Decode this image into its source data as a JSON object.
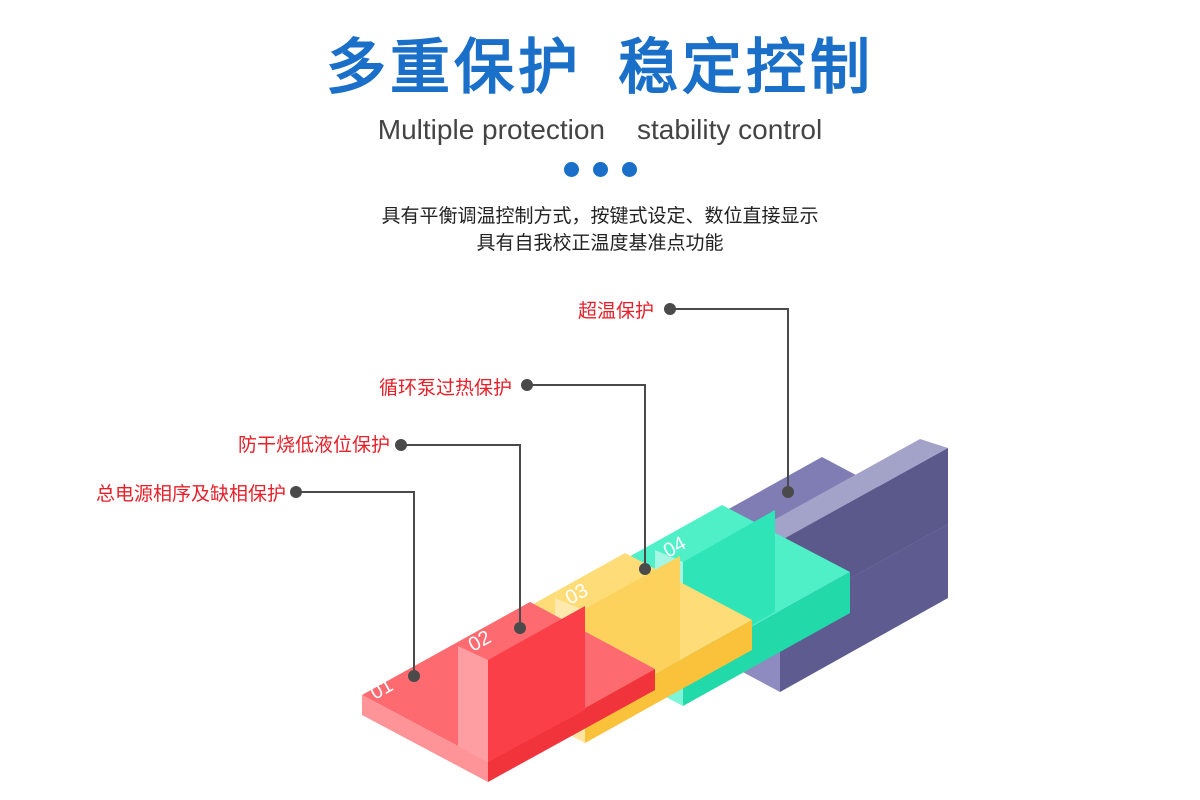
{
  "header": {
    "title_part1": "多重保护",
    "title_part2": "稳定控制",
    "subtitle_part1": "Multiple protection",
    "subtitle_part2": "stability control"
  },
  "description": {
    "line1": "具有平衡调温控制方式，按键式设定、数位直接显示",
    "line2": "具有自我校正温度基准点功能"
  },
  "steps": [
    {
      "number": "01",
      "label": "总电源相序及缺相保护",
      "color": "#fb4d55"
    },
    {
      "number": "02",
      "label": "防干烧低液位保护",
      "color": "#fdd25c"
    },
    {
      "number": "03",
      "label": "循环泵过热保护",
      "color": "#33ebc0"
    },
    {
      "number": "04",
      "label": "超温保护",
      "color": "#65639a"
    }
  ],
  "colors": {
    "title": "#1a6fc8",
    "label_text": "#e8202a",
    "connector": "#4a4a4a"
  }
}
